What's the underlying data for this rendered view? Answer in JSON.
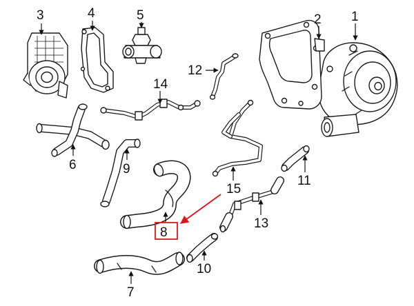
{
  "diagram": {
    "callouts": [
      {
        "id": "1",
        "label": "1"
      },
      {
        "id": "2",
        "label": "2"
      },
      {
        "id": "3",
        "label": "3"
      },
      {
        "id": "4",
        "label": "4"
      },
      {
        "id": "5",
        "label": "5"
      },
      {
        "id": "6",
        "label": "6"
      },
      {
        "id": "7",
        "label": "7"
      },
      {
        "id": "8",
        "label": "8"
      },
      {
        "id": "9",
        "label": "9"
      },
      {
        "id": "10",
        "label": "10"
      },
      {
        "id": "11",
        "label": "11"
      },
      {
        "id": "12",
        "label": "12"
      },
      {
        "id": "13",
        "label": "13"
      },
      {
        "id": "14",
        "label": "14"
      },
      {
        "id": "15",
        "label": "15"
      }
    ],
    "highlight": {
      "part": "8",
      "color": "#e0141a"
    }
  }
}
